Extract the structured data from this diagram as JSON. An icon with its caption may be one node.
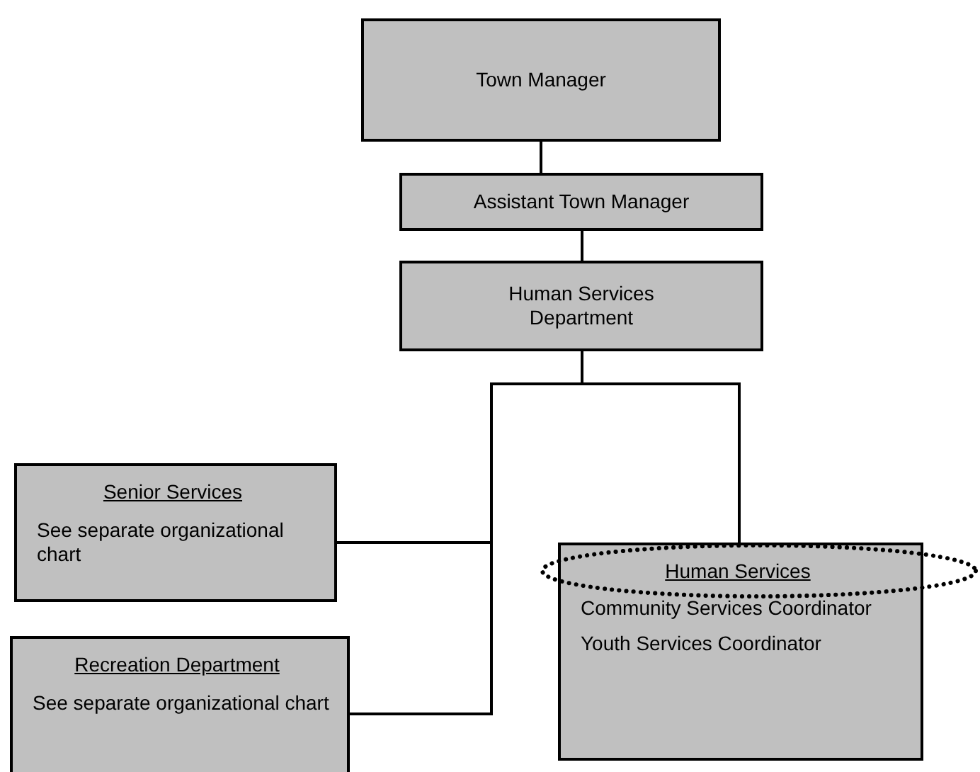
{
  "diagram": {
    "nodes": [
      {
        "text": [
          "Town Manager"
        ]
      },
      {
        "text": [
          "Assistant Town Manager"
        ]
      },
      {
        "text": [
          "Human Services Department"
        ]
      },
      {
        "text": [
          "Senior Services",
          "See separate organizational chart"
        ]
      },
      {
        "text": [
          "Recreation Department",
          "See separate organizational chart"
        ]
      },
      {
        "text": [
          "Human Services",
          "Community Services Coordinator",
          "Youth Services Coordinator"
        ]
      }
    ],
    "edges": [
      {
        "from": 0,
        "to": 1,
        "arrow": "none"
      },
      {
        "from": 1,
        "to": 2,
        "arrow": "none"
      },
      {
        "from": 2,
        "to": 3,
        "arrow": "none"
      },
      {
        "from": 2,
        "to": 4,
        "arrow": "none"
      },
      {
        "from": 2,
        "to": 5,
        "arrow": "none"
      }
    ]
  }
}
